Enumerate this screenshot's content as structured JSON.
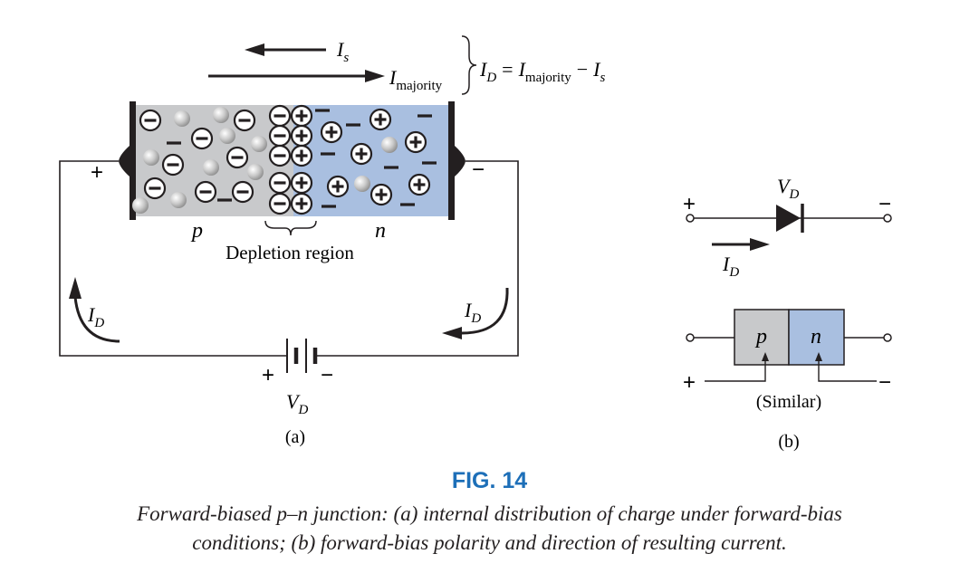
{
  "diagram_a": {
    "current_is": "I",
    "current_is_sub": "s",
    "current_majority": "I",
    "current_majority_sub": "majority",
    "equation": {
      "lhs": "I",
      "lhs_sub": "D",
      "eq": "=",
      "term1": "I",
      "term1_sub": "majority",
      "minus": "−",
      "term2": "I",
      "term2_sub": "s"
    },
    "region_p": "p",
    "region_n": "n",
    "depletion_label": "Depletion region",
    "left_terminal_sign": "+",
    "right_terminal_sign": "−",
    "loop_current_left": "I",
    "loop_current_left_sub": "D",
    "loop_current_right": "I",
    "loop_current_right_sub": "D",
    "battery_plus": "+",
    "battery_minus": "−",
    "battery_label": "V",
    "battery_label_sub": "D",
    "sublabel": "(a)"
  },
  "diagram_b": {
    "symbol_plus": "+",
    "symbol_minus": "−",
    "diode_label": "V",
    "diode_label_sub": "D",
    "current_label": "I",
    "current_label_sub": "D",
    "block_p": "p",
    "block_n": "n",
    "block_plus": "+",
    "block_minus": "−",
    "similar_label": "(Similar)",
    "sublabel": "(b)"
  },
  "figure": {
    "number": "FIG. 14",
    "caption_line1": "Forward-biased p–n junction: (a) internal distribution of charge under forward-bias",
    "caption_line2": "conditions; (b) forward-bias polarity and direction of resulting current."
  },
  "colors": {
    "p_region": "#c8c9cb",
    "n_region": "#a9bfe0",
    "ink": "#231f20",
    "fig_blue": "#1d6fb8"
  }
}
